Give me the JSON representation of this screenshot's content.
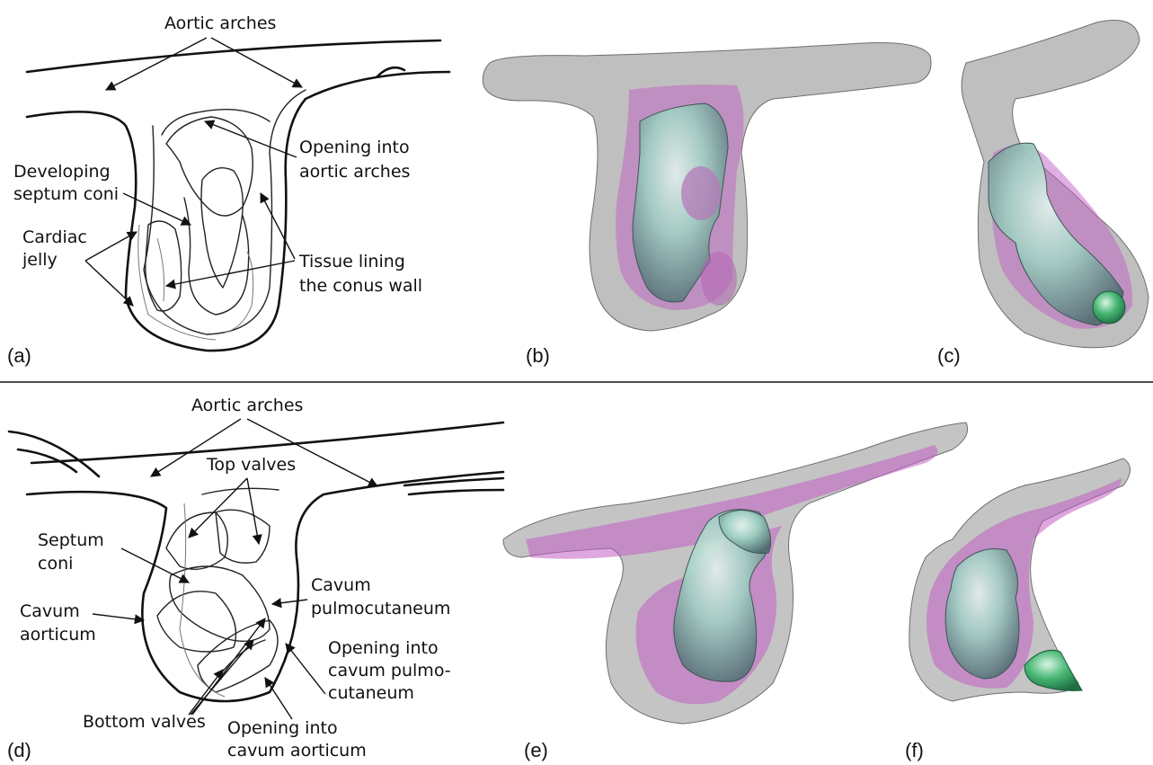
{
  "panels": {
    "a": "(a)",
    "b": "(b)",
    "c": "(c)",
    "d": "(d)",
    "e": "(e)",
    "f": "(f)"
  },
  "top": {
    "aortic_arches": "Aortic arches",
    "opening_aortic_1": "Opening into",
    "opening_aortic_2": "aortic arches",
    "developing_1": "Developing",
    "developing_2": "septum coni",
    "cardiac_1": "Cardiac",
    "cardiac_2": "jelly",
    "tissue_1": "Tissue lining",
    "tissue_2": "the conus wall"
  },
  "bottom": {
    "aortic_arches": "Aortic arches",
    "top_valves": "Top valves",
    "septum_1": "Septum",
    "septum_2": "coni",
    "cavum_pulmo_1": "Cavum",
    "cavum_pulmo_2": "pulmocutaneum",
    "cavum_aort_1": "Cavum",
    "cavum_aort_2": "aorticum",
    "opening_pulmo_1": "Opening into",
    "opening_pulmo_2": "cavum pulmo-",
    "opening_pulmo_3": "cutaneum",
    "bottom_valves": "Bottom valves",
    "opening_aort_1": "Opening into",
    "opening_aort_2": "cavum aorticum"
  },
  "colors": {
    "outer_gray": "#8c8c8c",
    "magenta": "#b458b8",
    "teal": "#8fc7b8",
    "green": "#3faa6a"
  }
}
